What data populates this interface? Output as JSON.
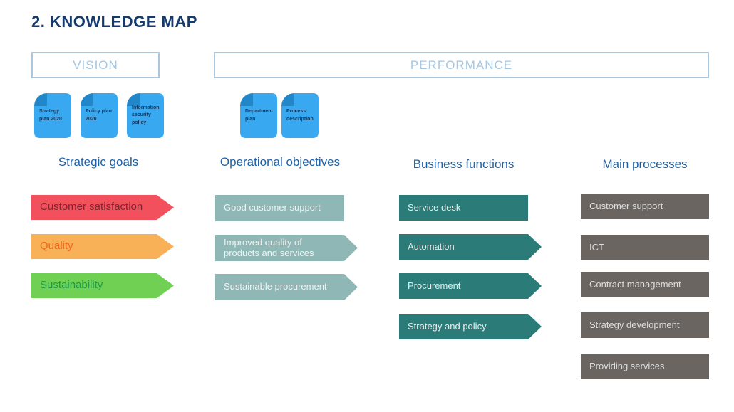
{
  "page": {
    "title": "2. KNOWLEDGE MAP",
    "title_color": "#153a6b",
    "background_color": "#ffffff"
  },
  "banners": {
    "vision": {
      "label": "VISION"
    },
    "performance": {
      "label": "PERFORMANCE"
    },
    "border_color": "#a9c7de",
    "text_color": "#a5c6e0"
  },
  "documents": {
    "icon_color": "#38a8f0",
    "fold_color": "#2187c9",
    "label_color": "#123a63",
    "vision_group": [
      {
        "label": "Strategy plan  2020"
      },
      {
        "label": "Policy plan 2020"
      },
      {
        "label": "Information security policy"
      }
    ],
    "performance_group": [
      {
        "label": "Department plan"
      },
      {
        "label": "Process description"
      }
    ]
  },
  "columns": [
    {
      "header": "Strategic goals",
      "header_color": "#2061a4",
      "items": [
        {
          "label": "Customer satisfaction",
          "shape": "arrow",
          "fill": "#f2505c",
          "text_color": "#7c2730"
        },
        {
          "label": "Quality",
          "shape": "arrow",
          "fill": "#f9b157",
          "text_color": "#f2661c"
        },
        {
          "label": "Sustainability",
          "shape": "arrow",
          "fill": "#6fd054",
          "text_color": "#1a9c49"
        }
      ]
    },
    {
      "header": "Operational objectives",
      "header_color": "#2061a4",
      "items": [
        {
          "label": "Good customer support",
          "shape": "rect",
          "fill": "#8fb7b5",
          "text_color": "#edf3f2"
        },
        {
          "label": "Improved quality of products and services",
          "shape": "arrow",
          "fill": "#8fb7b5",
          "text_color": "#edf3f2"
        },
        {
          "label": "Sustainable procurement",
          "shape": "arrow",
          "fill": "#8fb7b5",
          "text_color": "#edf3f2"
        }
      ]
    },
    {
      "header": "Business functions",
      "header_color": "#2061a4",
      "items": [
        {
          "label": "Service desk",
          "shape": "rect",
          "fill": "#2b7c79",
          "text_color": "#e6efee"
        },
        {
          "label": "Automation",
          "shape": "arrow",
          "fill": "#2b7c79",
          "text_color": "#e6efee"
        },
        {
          "label": "Procurement",
          "shape": "arrow",
          "fill": "#2b7c79",
          "text_color": "#e6efee"
        },
        {
          "label": "Strategy and policy",
          "shape": "arrow",
          "fill": "#2b7c79",
          "text_color": "#e6efee"
        }
      ]
    },
    {
      "header": "Main processes",
      "header_color": "#2061a4",
      "items": [
        {
          "label": "Customer support",
          "shape": "rect",
          "fill": "#6b6562",
          "text_color": "#dededd"
        },
        {
          "label": "ICT",
          "shape": "rect",
          "fill": "#6b6562",
          "text_color": "#dededd"
        },
        {
          "label": "Contract management",
          "shape": "rect",
          "fill": "#6b6562",
          "text_color": "#dededd"
        },
        {
          "label": "Strategy development",
          "shape": "rect",
          "fill": "#6b6562",
          "text_color": "#dededd"
        },
        {
          "label": "Providing services",
          "shape": "rect",
          "fill": "#6b6562",
          "text_color": "#dededd"
        }
      ]
    }
  ]
}
